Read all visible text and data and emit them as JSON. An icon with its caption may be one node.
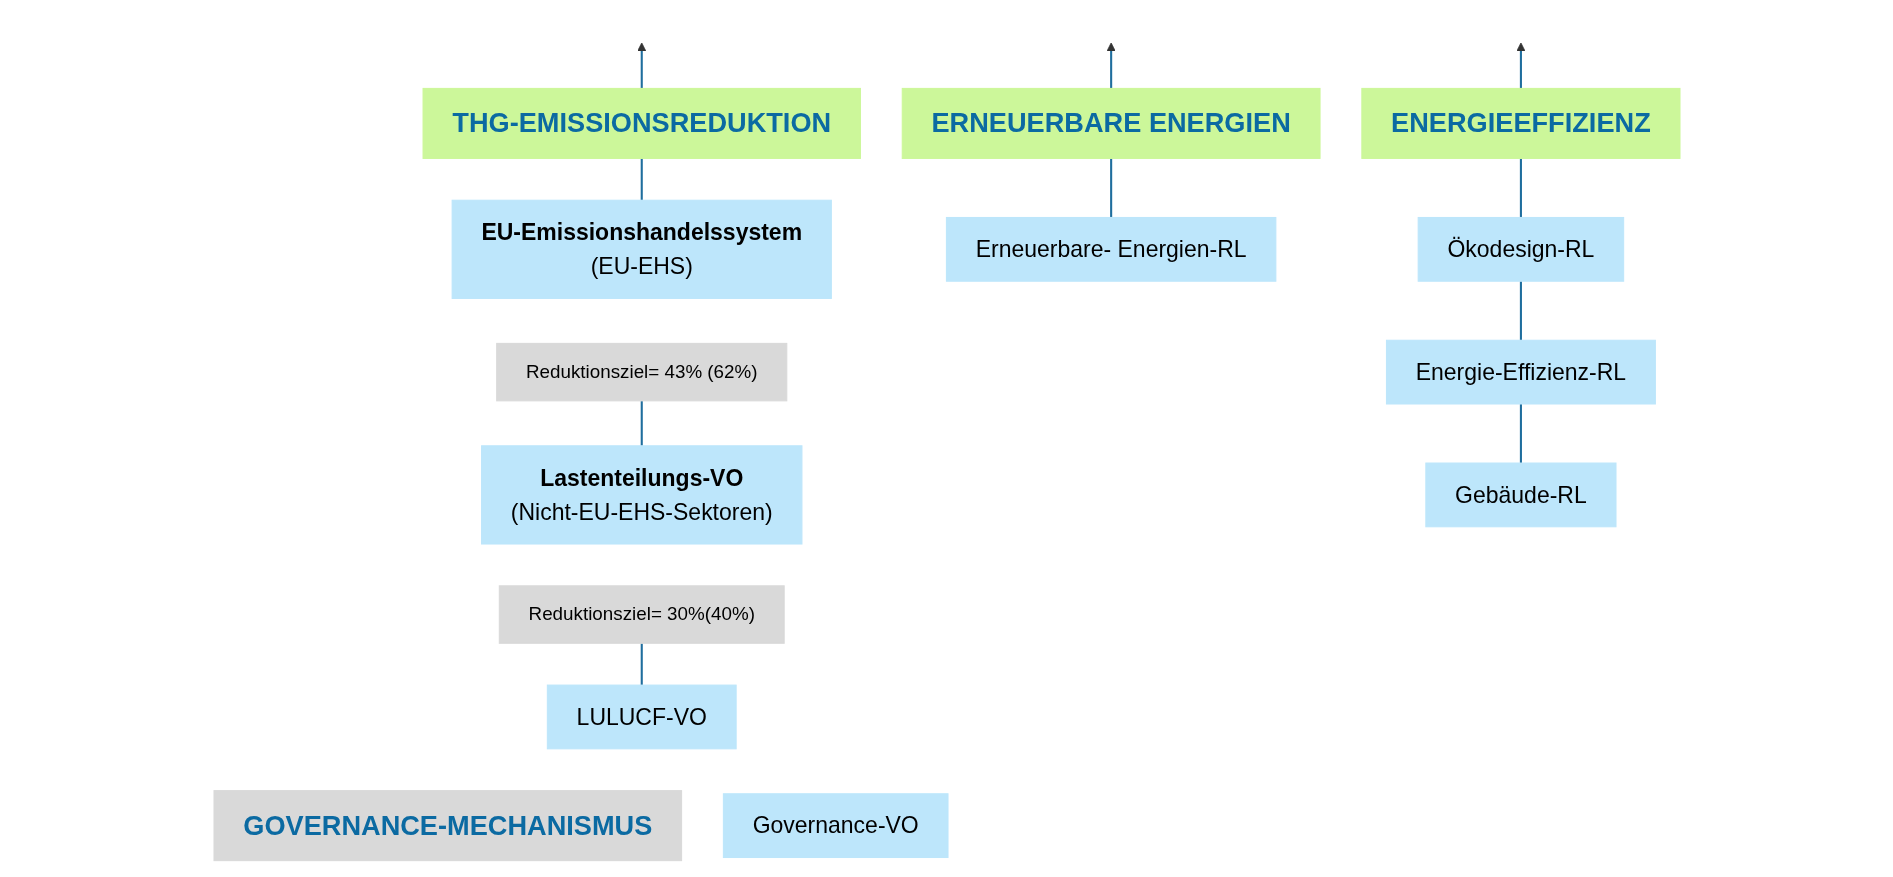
{
  "diagram": {
    "nodes": [
      {
        "text": [
          "THG-EMISSIONSREDUKTION"
        ]
      },
      {
        "text": [
          "EU-Emissionshandelssystem",
          "(EU-EHS)"
        ]
      },
      {
        "text": [
          "Reduktionsziel= 43% (62%)"
        ]
      },
      {
        "text": [
          "Lastenteilungs-VO",
          "(Nicht-EU-EHS-Sektoren)"
        ]
      },
      {
        "text": [
          "Reduktionsziel= 30%(40%)"
        ]
      },
      {
        "text": [
          "LULUCF-VO"
        ]
      },
      {
        "text": [
          "ERNEUERBARE ENERGIEN"
        ]
      },
      {
        "text": [
          "Erneuerbare- Energien-RL"
        ]
      },
      {
        "text": [
          "ENERGIEEFFIZIENZ"
        ]
      },
      {
        "text": [
          "Ökodesign-RL"
        ]
      },
      {
        "text": [
          "Energie-Effizienz-RL"
        ]
      },
      {
        "text": [
          "Gebäude-RL"
        ]
      },
      {
        "text": [
          "GOVERNANCE-MECHANISMUS"
        ]
      },
      {
        "text": [
          "Governance-VO"
        ]
      }
    ],
    "edges": [
      {
        "from": 0,
        "to": null,
        "arrow": "to"
      },
      {
        "from": 6,
        "to": null,
        "arrow": "to"
      },
      {
        "from": 8,
        "to": null,
        "arrow": "to"
      },
      {
        "from": 0,
        "to": 1,
        "arrow": "none"
      },
      {
        "from": 2,
        "to": 3,
        "arrow": "none"
      },
      {
        "from": 4,
        "to": 5,
        "arrow": "none"
      },
      {
        "from": 6,
        "to": 7,
        "arrow": "none"
      },
      {
        "from": 8,
        "to": 9,
        "arrow": "none"
      },
      {
        "from": 9,
        "to": 10,
        "arrow": "none"
      },
      {
        "from": 10,
        "to": 11,
        "arrow": "none"
      }
    ]
  }
}
